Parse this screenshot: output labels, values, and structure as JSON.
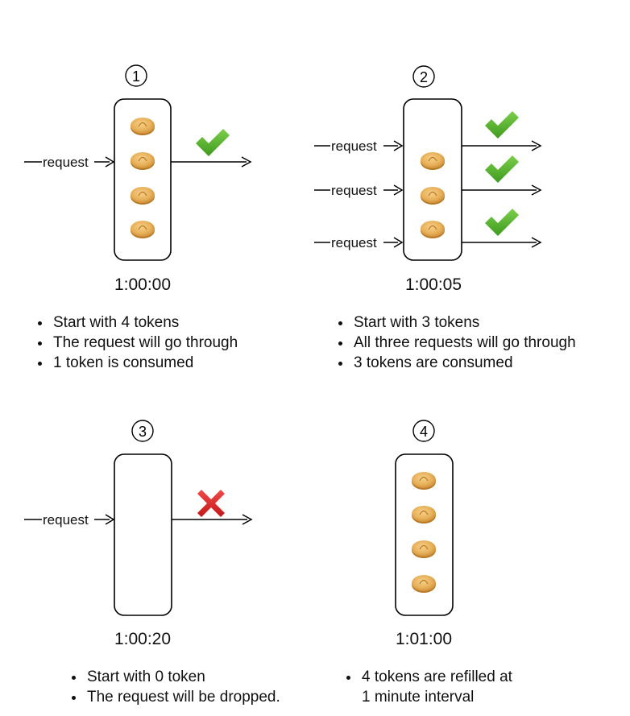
{
  "panels": [
    {
      "number": "1",
      "tokens": 4,
      "requests": [
        "request"
      ],
      "outcomes": [
        "pass"
      ],
      "time": "1:00:00",
      "bullets": [
        "Start with 4 tokens",
        "The request will go through",
        "1 token is consumed"
      ]
    },
    {
      "number": "2",
      "tokens": 3,
      "requests": [
        "request",
        "request",
        "request"
      ],
      "outcomes": [
        "pass",
        "pass",
        "pass"
      ],
      "time": "1:00:05",
      "bullets": [
        "Start with 3 tokens",
        "All three requests will go through",
        "3 tokens are consumed"
      ]
    },
    {
      "number": "3",
      "tokens": 0,
      "requests": [
        "request"
      ],
      "outcomes": [
        "drop"
      ],
      "time": "1:00:20",
      "bullets": [
        "Start with 0 token",
        "The request will be dropped."
      ]
    },
    {
      "number": "4",
      "tokens": 4,
      "requests": [],
      "outcomes": [],
      "time": "1:01:00",
      "bullets": [
        "4 tokens are refilled at",
        "1 minute interval"
      ]
    }
  ],
  "icons": {
    "token": "coin-token-icon",
    "pass": "check-icon",
    "drop": "cross-icon"
  },
  "colors": {
    "check": "#5cb531",
    "cross": "#e02828",
    "token_fill": "#e8b15a",
    "token_edge": "#b87a26"
  }
}
